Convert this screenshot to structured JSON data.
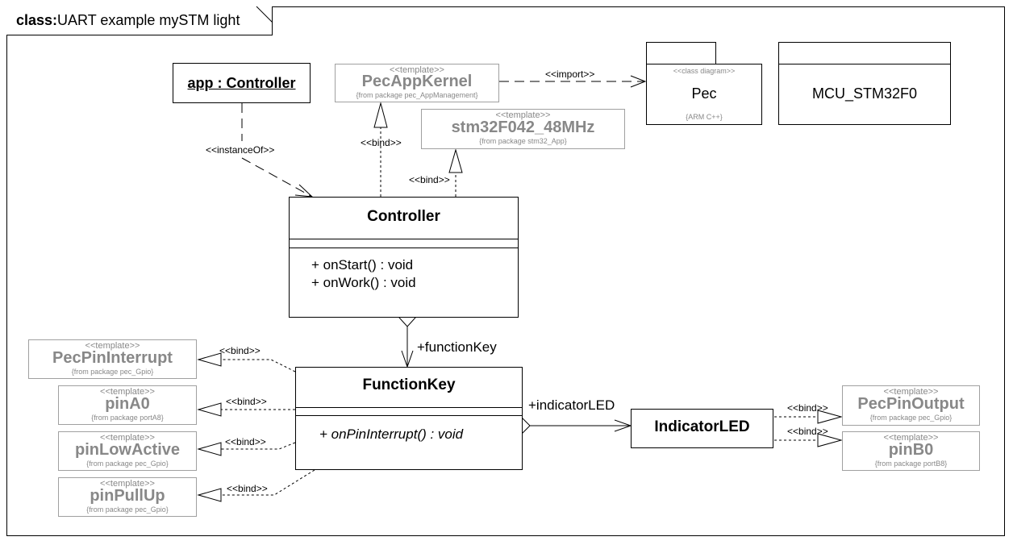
{
  "frame": {
    "kind": "class:",
    "title": "UART example mySTM light"
  },
  "instance": {
    "name": "app : Controller"
  },
  "templates": {
    "pecAppKernel": {
      "stereotype": "<<template>>",
      "name": "PecAppKernel",
      "from": "{from package pec_AppManagement}"
    },
    "stm32": {
      "stereotype": "<<template>>",
      "name": "stm32F042_48MHz",
      "from": "{from package stm32_App}"
    },
    "pecPinInterrupt": {
      "stereotype": "<<template>>",
      "name": "PecPinInterrupt",
      "from": "{from package pec_Gpio}"
    },
    "pinA0": {
      "stereotype": "<<template>>",
      "name": "pinA0",
      "from": "{from package portA8}"
    },
    "pinLowActive": {
      "stereotype": "<<template>>",
      "name": "pinLowActive",
      "from": "{from package pec_Gpio}"
    },
    "pinPullUp": {
      "stereotype": "<<template>>",
      "name": "pinPullUp",
      "from": "{from package pec_Gpio}"
    },
    "pecPinOutput": {
      "stereotype": "<<template>>",
      "name": "PecPinOutput",
      "from": "{from package pec_Gpio}"
    },
    "pinB0": {
      "stereotype": "<<template>>",
      "name": "pinB0",
      "from": "{from package portB8}"
    }
  },
  "packages": {
    "pec": {
      "stereotype": "<<class diagram>>",
      "name": "Pec",
      "note": "{ARM C++}"
    },
    "mcu": {
      "name": "MCU_STM32F0"
    }
  },
  "classes": {
    "controller": {
      "name": "Controller",
      "operations": [
        "+ onStart() : void",
        "+ onWork() : void"
      ]
    },
    "functionKey": {
      "name": "FunctionKey",
      "operations": [
        "+ onPinInterrupt() : void"
      ]
    },
    "indicatorLED": {
      "name": "IndicatorLED"
    }
  },
  "labels": {
    "import": "<<import>>",
    "instanceOf": "<<instanceOf>>",
    "bind": "<<bind>>",
    "functionKey_role": "+functionKey",
    "indicatorLED_role": "+indicatorLED"
  }
}
